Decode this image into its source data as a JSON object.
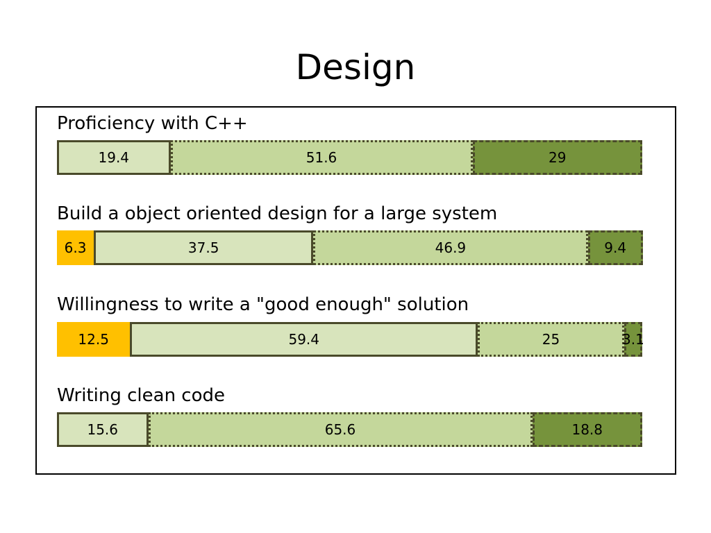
{
  "title": "Design",
  "colors": {
    "cat1": "#ffc000",
    "cat2": "#d8e4bc",
    "cat3": "#c4d79b",
    "cat4": "#76933c",
    "border": "#4a4a2a"
  },
  "chart_data": {
    "type": "bar",
    "orientation": "horizontal",
    "stacked": true,
    "percent": true,
    "grid": false,
    "categories": [
      "Proficiency with C++",
      "Build a object oriented design for a large system",
      "Willingness to write a \"good enough\" solution",
      "Writing clean code"
    ],
    "series": [
      {
        "values": [
          0,
          6.3,
          12.5,
          0
        ],
        "labels": [
          "",
          "6.3",
          "12.5",
          ""
        ]
      },
      {
        "values": [
          19.4,
          37.5,
          59.4,
          15.6
        ],
        "labels": [
          "19.4",
          "37.5",
          "59.4",
          "15.6"
        ]
      },
      {
        "values": [
          51.6,
          46.9,
          25,
          65.6
        ],
        "labels": [
          "51.6",
          "46.9",
          "25",
          "65.6"
        ]
      },
      {
        "values": [
          29,
          9.4,
          3.1,
          18.8
        ],
        "labels": [
          "29",
          "9.4",
          "3.1",
          "18.8"
        ]
      }
    ]
  }
}
